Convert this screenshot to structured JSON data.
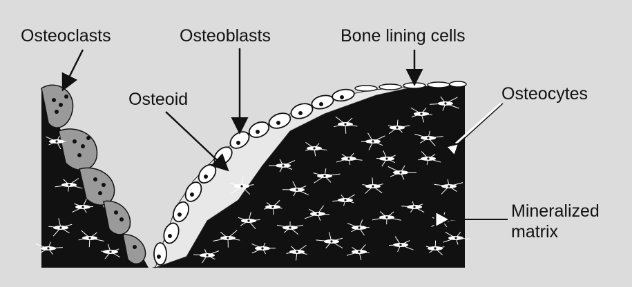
{
  "labels": {
    "osteoclasts": "Osteoclasts",
    "osteoblasts": "Osteoblasts",
    "bone_lining_cells": "Bone lining cells",
    "osteoid": "Osteoid",
    "osteocytes": "Osteocytes",
    "mineralized_line1": "Mineralized",
    "mineralized_line2": "matrix"
  },
  "colors": {
    "background": "#dcdcdc",
    "matrix": "#111111",
    "osteoid": "#e6e6e6",
    "osteoclast": "#9a9a9a",
    "cell_fill": "#ffffff"
  }
}
